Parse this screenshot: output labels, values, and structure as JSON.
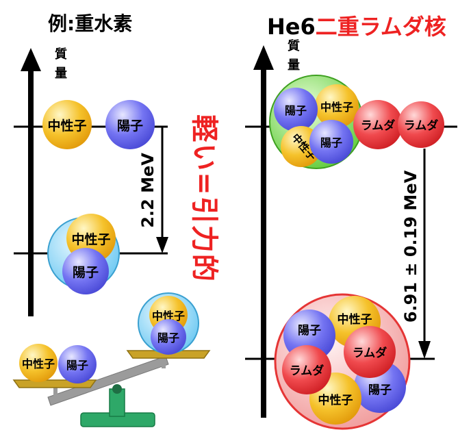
{
  "left": {
    "title": "例:重水素",
    "axis_label_1": "質",
    "axis_label_2": "量",
    "neutron": "中性子",
    "proton": "陽子",
    "energy": "2.2 MeV",
    "note": "軽い=引力的"
  },
  "right": {
    "title_black": "He6",
    "title_red": "二重ラムダ核",
    "axis_label_1": "質",
    "axis_label_2": "量",
    "neutron": "中性子",
    "proton": "陽子",
    "lambda": "ラムダ",
    "energy": "6.91 ± 0.19 MeV"
  },
  "colors": {
    "neutron": "#f2b81c",
    "proton": "#6d6cf0",
    "lambda": "#ef3f44",
    "nucleus_blue": "#86d3f5",
    "nucleus_green": "#7ed957",
    "nucleus_pink": "#f7b0b0",
    "note_red": "#ee2222",
    "scale_base": "#2ea868",
    "scale_pan": "#c9a227"
  }
}
